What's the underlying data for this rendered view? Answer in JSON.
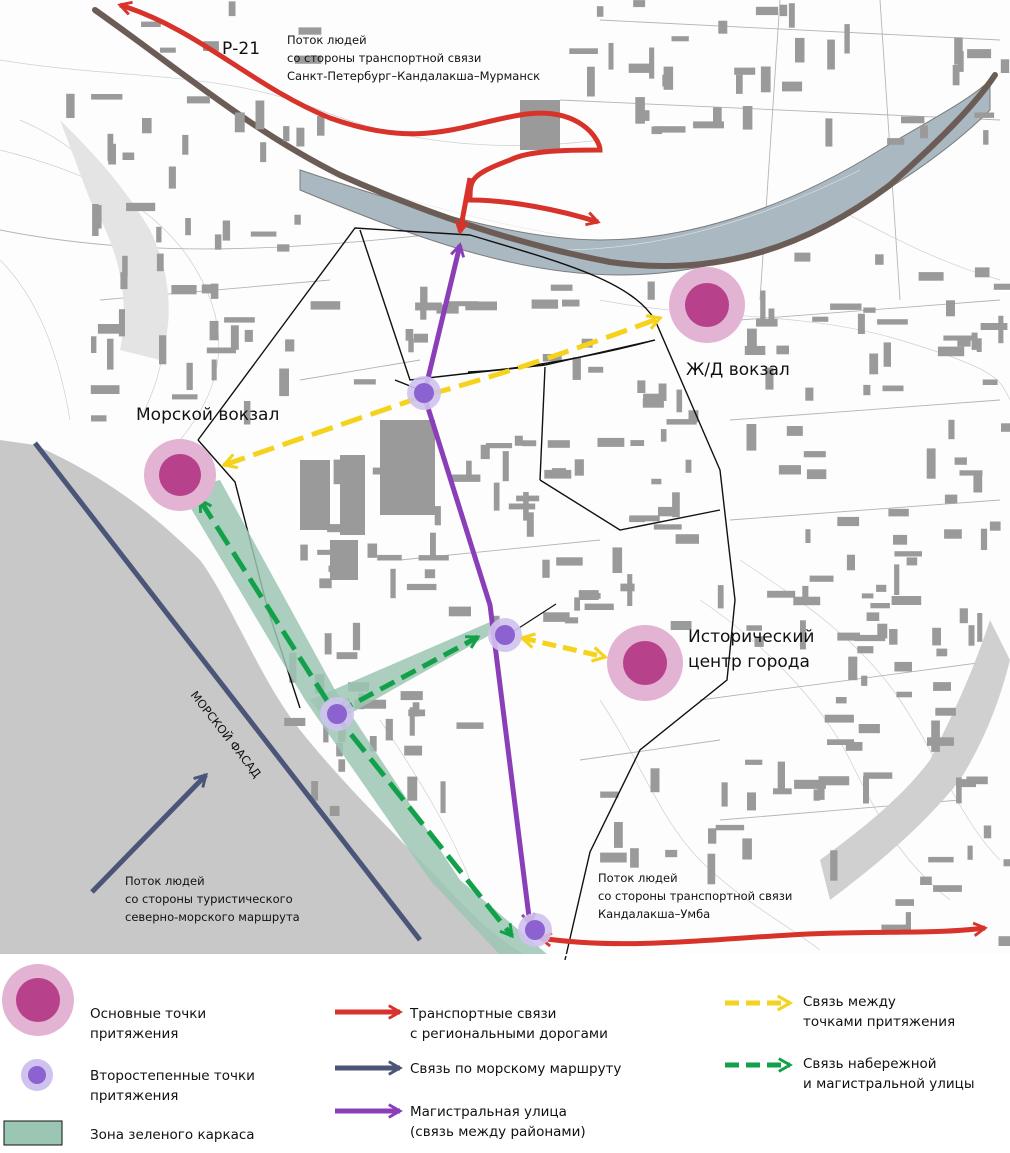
{
  "map": {
    "road_label": "Р-21",
    "flow_north": [
      "Поток людей",
      "со стороны транспортной связи",
      "Санкт-Петербург–Кандалакша–Мурманск"
    ],
    "flow_sea": [
      "Поток людей",
      "со стороны туристического",
      "северно-морского маршрута"
    ],
    "flow_south": [
      "Поток людей",
      "со стороны транспортной связи",
      "Кандалакша–Умба"
    ],
    "sea_facade": "МОРСКОЙ ФАСАД",
    "places": {
      "sea_station": "Морской вокзал",
      "rail_station": "Ж/Д вокзал",
      "historic_center": [
        "Исторический",
        "центр города"
      ]
    }
  },
  "legend": {
    "main_points": [
      "Основные точки",
      "притяжения"
    ],
    "secondary_points": [
      "Второстепенные точки",
      "притяжения"
    ],
    "green_zone": "Зона зеленого каркаса",
    "transport": [
      "Транспортные связи",
      "с региональными дорогами"
    ],
    "sea_route": "Связь по морскому маршруту",
    "main_street": [
      "Магистральная улица",
      "(связь между районами)"
    ],
    "attraction_link": [
      "Связь между",
      "точками притяжения"
    ],
    "embankment_link": [
      "Связь набережной",
      "и магистральной улицы"
    ]
  },
  "colors": {
    "transport": "#d7332a",
    "sea_route": "#4a5578",
    "main_street": "#8a3fb8",
    "attraction_link": "#f5d21c",
    "embankment_link": "#12a14a",
    "green_zone": "#9cc6b4",
    "main_point": "#b7418a",
    "main_point_halo": "#e2b3d2",
    "secondary_point": "#8c62d0",
    "secondary_point_halo": "#cfc2ee",
    "sea": "#c8c8c8",
    "river": "#aab8c2",
    "building": "#9a9a9a"
  }
}
